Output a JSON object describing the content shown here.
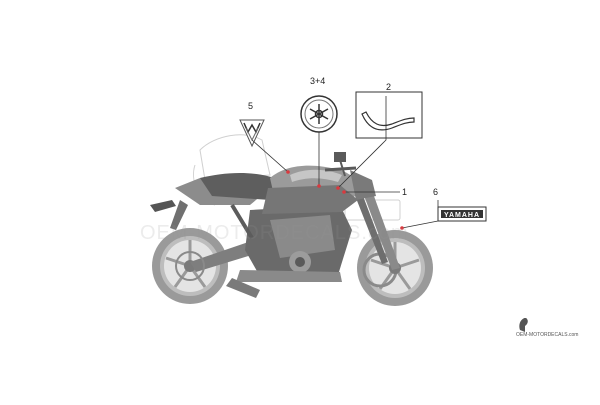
{
  "callouts": {
    "c1": "1",
    "c2": "2",
    "c34": "3+4",
    "c5": "5",
    "c6": "6"
  },
  "decal_text": {
    "yamaha_strip": "YAMAHA"
  },
  "watermark": {
    "main": "OEM-MOTORDECALS.com",
    "corner": "OEM-MOTORDECALS.com"
  },
  "colors": {
    "leader": "#333333",
    "marker": "#d9393e",
    "bike_fill": "#9e9e9e",
    "bike_dark": "#6f6f6f",
    "bike_light": "#c8c8c8"
  }
}
